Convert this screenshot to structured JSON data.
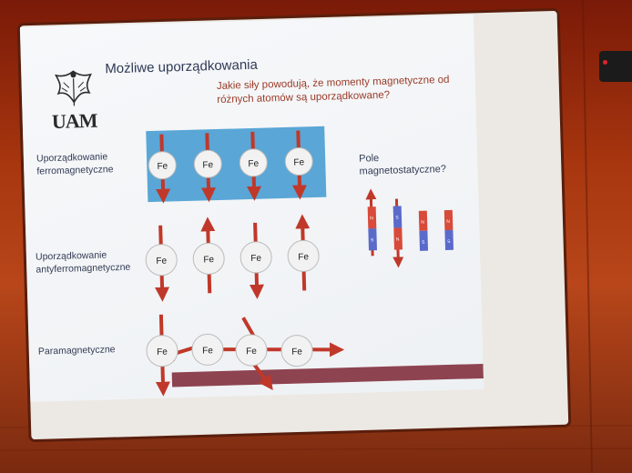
{
  "slide": {
    "title": "Możliwe uporządkowania",
    "question_line1": "Jakie siły powodują, że momenty magnetyczne od",
    "question_line2": "różnych atomów są uporządkowane?",
    "logo_text": "UAM",
    "rows": [
      {
        "label_line1": "Uporządkowanie",
        "label_line2": "ferromagnetyczne"
      },
      {
        "label_line1": "Uporządkowanie",
        "label_line2": "antyferromagnetyczne"
      },
      {
        "label_line1": "Paramagnetyczne",
        "label_line2": ""
      }
    ],
    "pole_line1": "Pole",
    "pole_line2": "magnetostatyczne?",
    "atom_label": "Fe",
    "magnet_pole_n": "N",
    "magnet_pole_s": "S"
  },
  "colors": {
    "arrow": "#c0382a",
    "ferro_box": "#5aa6d6",
    "bar": "#8e4350",
    "magnet_red": "#d84a3a",
    "magnet_blue": "#5a6acb"
  }
}
